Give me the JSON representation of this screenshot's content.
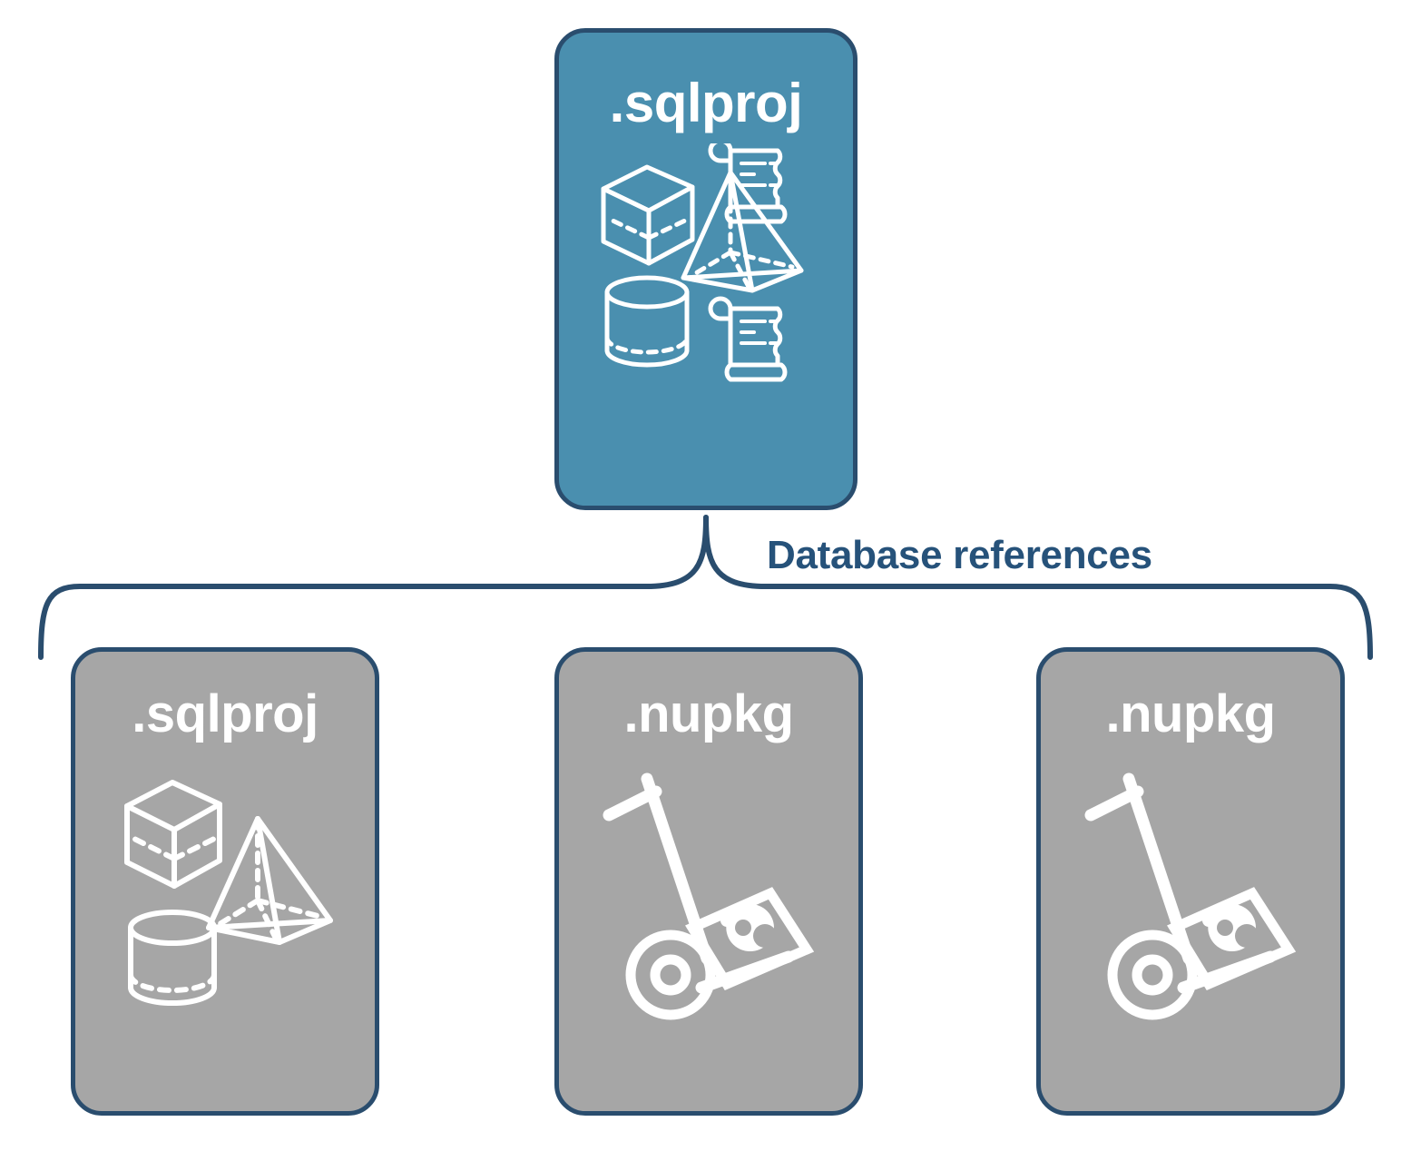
{
  "diagram": {
    "title_text": "Database references",
    "colors": {
      "accent_blue": "#4A8FAF",
      "node_gray": "#A6A6A6",
      "outline_navy": "#2A4D6E",
      "label_navy": "#26527A",
      "icon_white": "#FFFFFF",
      "background": "#FFFFFF"
    },
    "connector": {
      "type": "curly-brace",
      "label": "Database references",
      "from": "sqlproj-main",
      "to": [
        "sqlproj-ref",
        "nupkg-1",
        "nupkg-2"
      ]
    },
    "nodes": [
      {
        "id": "sqlproj-main",
        "label": ".sqlproj",
        "fill": "blue",
        "role": "root-project",
        "icons": [
          "3d-shapes-icon",
          "script-scroll-icon",
          "script-scroll-icon"
        ]
      },
      {
        "id": "sqlproj-ref",
        "label": ".sqlproj",
        "fill": "gray",
        "role": "referenced-project",
        "icons": [
          "3d-shapes-icon"
        ]
      },
      {
        "id": "nupkg-1",
        "label": ".nupkg",
        "fill": "gray",
        "role": "referenced-package",
        "icons": [
          "hand-truck-package-icon"
        ]
      },
      {
        "id": "nupkg-2",
        "label": ".nupkg",
        "fill": "gray",
        "role": "referenced-package",
        "icons": [
          "hand-truck-package-icon"
        ]
      }
    ]
  }
}
